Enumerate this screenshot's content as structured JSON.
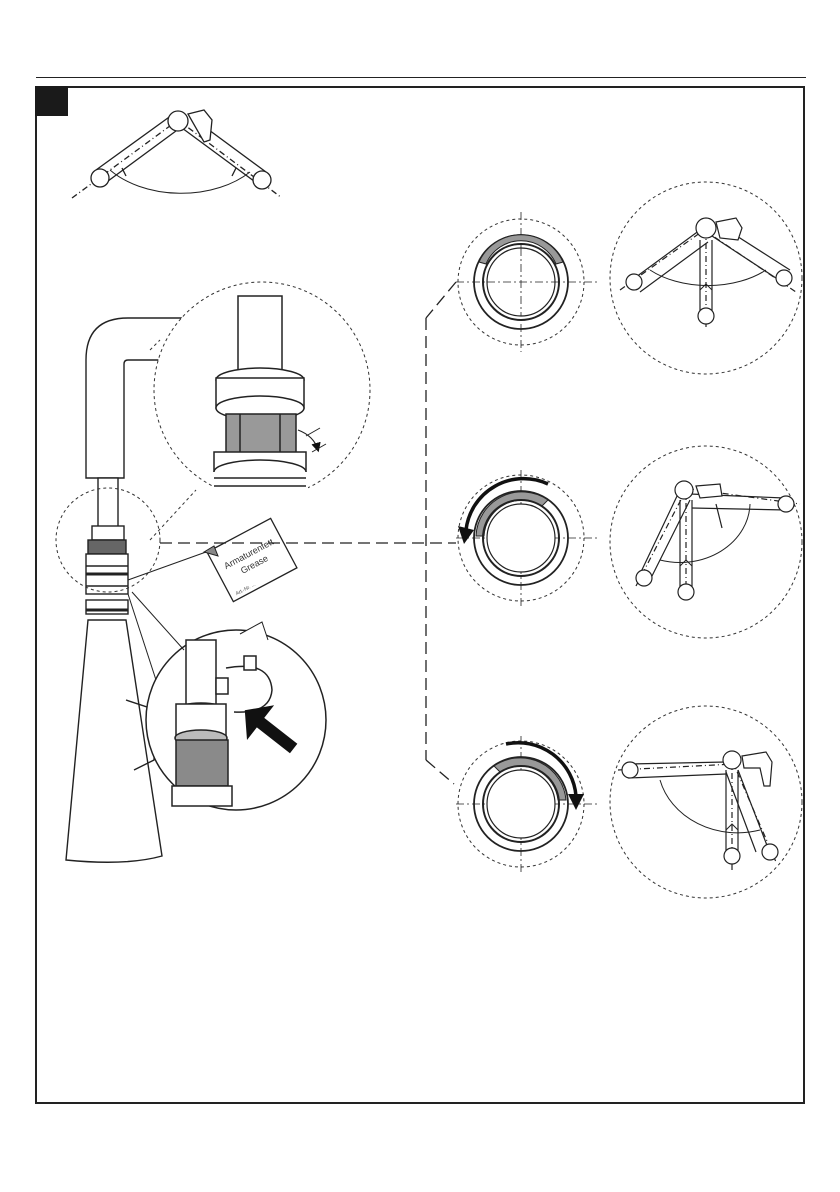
{
  "step_marker": "",
  "grease_pack": {
    "brand": "Armaturenfett",
    "product": "Grease",
    "small_print": "Art.-Nr. ..."
  },
  "colors": {
    "line": "#222222",
    "ring_fill": "#9a9a9a",
    "body_fill": "#ffffff"
  },
  "icons": [
    "rotation-arrow-icon",
    "push-arrow-icon",
    "lever-stop-icon"
  ]
}
